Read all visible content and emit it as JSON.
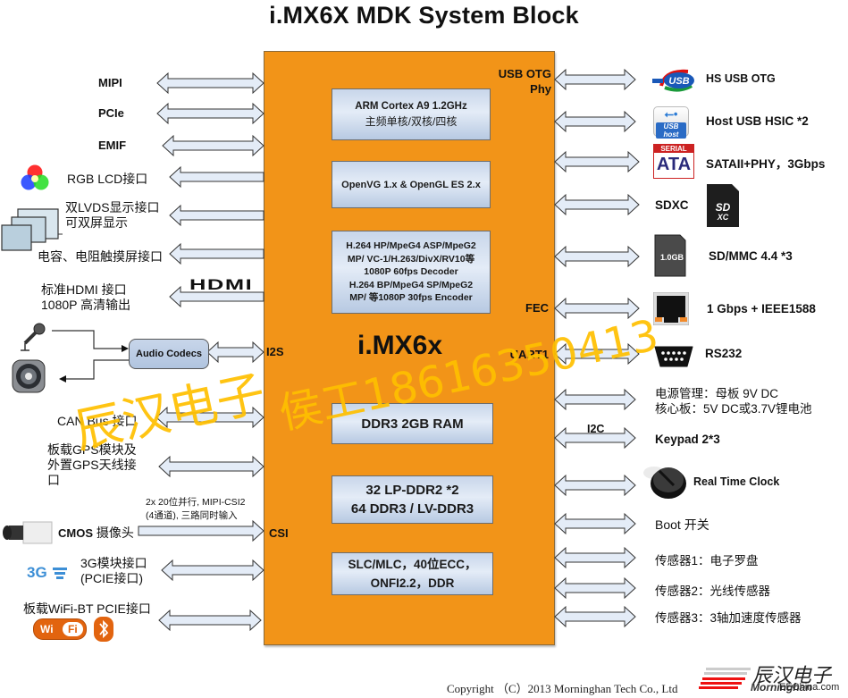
{
  "title": "i.MX6X MDK System Block",
  "soc": {
    "name": "i.MX6x",
    "color": "#f29418",
    "blocks": [
      {
        "lines": [
          "ARM Cortex A9 1.2GHz",
          "主频单核/双核/四核"
        ]
      },
      {
        "lines": [
          "OpenVG 1.x & OpenGL ES 2.x"
        ]
      },
      {
        "lines": [
          "H.264 HP/MpeG4 ASP/MpeG2",
          "MP/ VC-1/H.263/DivX/RV10等",
          "1080P  60fps Decoder",
          "H.264 BP/MpeG4 SP/MpeG2",
          "MP/ 等1080P 30fps  Encoder"
        ]
      },
      {
        "lines": [
          "DDR3  2GB RAM"
        ]
      },
      {
        "lines": [
          "32 LP-DDR2 *2",
          "64 DDR3 / LV-DDR3"
        ]
      },
      {
        "lines": [
          "SLC/MLC，40位ECC，",
          "ONFI2.2，DDR"
        ]
      }
    ],
    "port_labels": {
      "usb_otg_phy": [
        "USB OTG",
        "Phy"
      ],
      "fec": "FEC",
      "uart1": "UART1",
      "i2s": "I2S",
      "csi": "CSI"
    }
  },
  "left": {
    "mipi": "MIPI",
    "pcie": "PCIe",
    "emif": "EMIF",
    "rgb_lcd": "RGB LCD接口",
    "lvds": [
      "双LVDS显示接口",
      "可双屏显示"
    ],
    "touch": "电容、电阻触摸屏接口",
    "hdmi_logo": "HDMI",
    "hdmi": [
      "标准HDMI 接口",
      "1080P 高清输出"
    ],
    "audio_codecs": "Audio Codecs",
    "can_bus": "CAN Bus 接口",
    "gps": [
      "板载GPS模块及",
      "外置GPS天线接",
      "口"
    ],
    "csi_note": [
      "2x 20位并行, MIPI-CSI2",
      "(4通道), 三路同时输入"
    ],
    "cmos_bold": "CMOS",
    "cmos": " 摄像头",
    "g3_logo": "3G",
    "g3": [
      "3G模块接口",
      "(PCIE接口)"
    ],
    "wifi_bt": "板载WiFi-BT PCIE接口",
    "wifi_logo": [
      "Wi",
      "Fi"
    ]
  },
  "right": {
    "hs_usb_otg": "HS USB OTG",
    "host_usb": "Host USB HSIC *2",
    "sata": "SATAII+PHY，3Gbps",
    "sdxc": "SDXC",
    "sdmmc": "SD/MMC 4.4 *3",
    "ethernet": "1 Gbps + IEEE1588",
    "rs232": "RS232",
    "power": [
      "电源管理：母板 9V DC",
      "核心板：5V DC或3.7V锂电池"
    ],
    "i2c": "I2C",
    "keypad": "Keypad 2*3",
    "rtc": "Real Time Clock",
    "boot": "Boot 开关",
    "sensor1": "传感器1：电子罗盘",
    "sensor2": "传感器2：光线传感器",
    "sensor3": "传感器3：3轴加速度传感器",
    "usb_logo": "USB",
    "usb_host_logo": "USB host",
    "sata_logo": [
      "SERIAL",
      "ATA"
    ],
    "sd_card_text": "1.0GB"
  },
  "watermark": {
    "line1": "辰汉电子",
    "line2": "侯工18616350413"
  },
  "footer": {
    "copyright": "Copyright （C）2013 Morninghan Tech Co., Ltd",
    "logo_cn": "辰汉电子",
    "logo_en": "Morninghan",
    "site": "EEChina.com"
  }
}
